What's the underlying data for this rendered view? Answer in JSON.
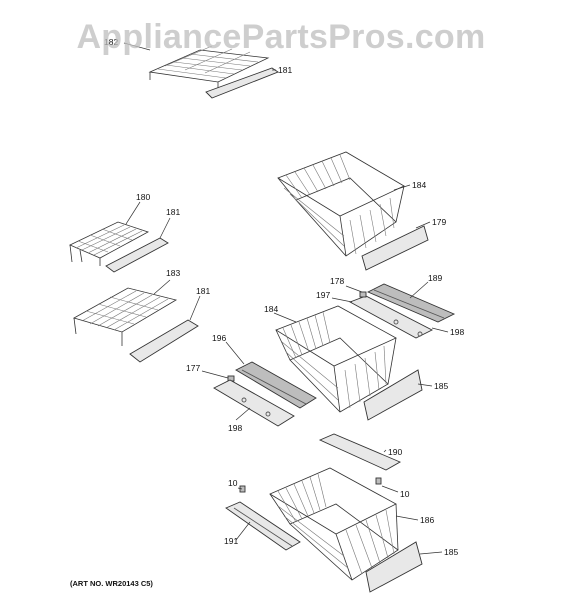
{
  "watermark": "AppliancePartsPros.com",
  "art_number": "(ART NO. WR20143 C5)",
  "callouts": {
    "c182": "182",
    "c181_top": "181",
    "c184_upper": "184",
    "c179": "179",
    "c180": "180",
    "c181_mid": "181",
    "c183": "183",
    "c181_lower": "181",
    "c178": "178",
    "c189": "189",
    "c197": "197",
    "c184_lower": "184",
    "c198_right": "198",
    "c196": "196",
    "c177": "177",
    "c185_mid": "185",
    "c198_left": "198",
    "c190": "190",
    "c10_left": "10",
    "c10_right": "10",
    "c186": "186",
    "c191": "191",
    "c185_bottom": "185"
  }
}
